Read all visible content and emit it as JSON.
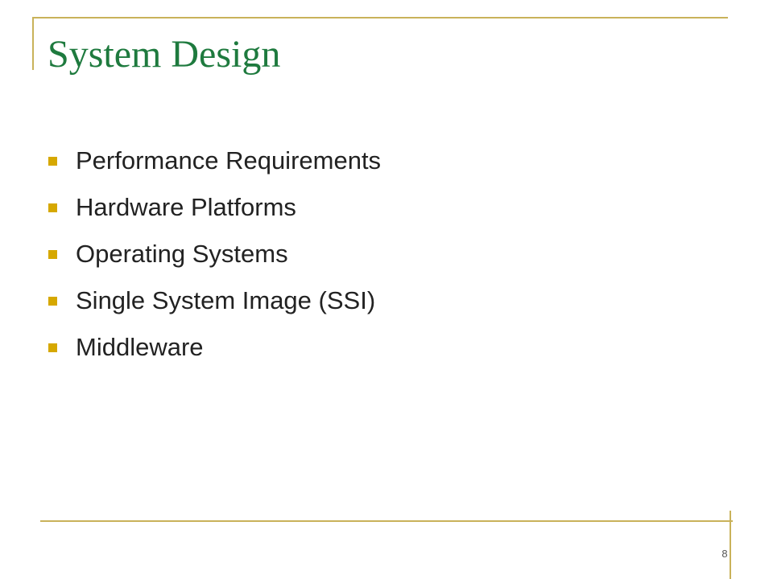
{
  "slide": {
    "title": "System Design",
    "bullets": [
      {
        "text": "Performance Requirements"
      },
      {
        "text": "Hardware Platforms"
      },
      {
        "text": "Operating Systems"
      },
      {
        "text": "Single System Image (SSI)"
      },
      {
        "text": "Middleware"
      }
    ],
    "page_number": "8"
  },
  "colors": {
    "title": "#1e7a3e",
    "bullet_marker": "#d6a800",
    "frame_lines": "#c9b25a",
    "body_text": "#222222",
    "background": "#ffffff"
  }
}
